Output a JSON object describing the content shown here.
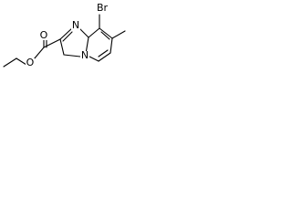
{
  "molecule": {
    "atoms": {
      "bromine": "Br",
      "carbonyl_oxygen": "O",
      "ester_oxygen": "O",
      "ring_nitrogen_top": "N",
      "ring_nitrogen_bridge": "N"
    }
  }
}
